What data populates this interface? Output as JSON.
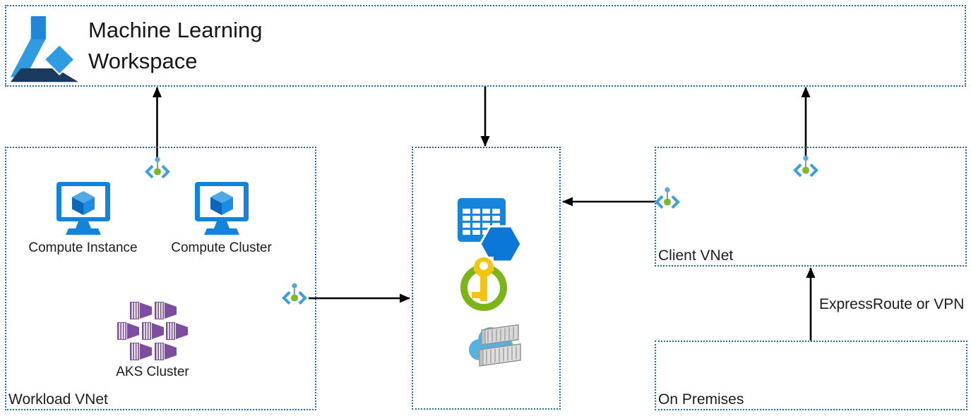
{
  "diagram": {
    "title_line1": "Machine Learning",
    "title_line2": "Workspace",
    "workload_vnet_label": "Workload VNet",
    "client_vnet_label": "Client VNet",
    "on_premises_label": "On Premises",
    "compute_instance_label": "Compute Instance",
    "compute_cluster_label": "Compute Cluster",
    "aks_cluster_label": "AKS Cluster",
    "expressroute_label": "ExpressRoute or VPN"
  },
  "icons": {
    "ml_logo": "azure-machine-learning-logo",
    "compute": "vm-monitor-with-cube",
    "aks": "aks-container-cluster",
    "private_endpoint": "private-endpoint",
    "storage": "storage-table-with-hexagon",
    "key_vault": "key-vault",
    "container_registry": "container-registry-cloud"
  },
  "colors": {
    "border_blue": "#2767ae",
    "azure_blue": "#1384dc",
    "light_blue": "#2e9be2",
    "dark_navy": "#1c3a5e",
    "aks_purple": "#7d4da1",
    "keyvault_green": "#7cb518",
    "key_yellow": "#f6c40e",
    "cloud_blue": "#55b2e0",
    "endpoint_green": "#7cb82a",
    "endpoint_blue": "#39a2dc",
    "arrow": "#000000"
  }
}
